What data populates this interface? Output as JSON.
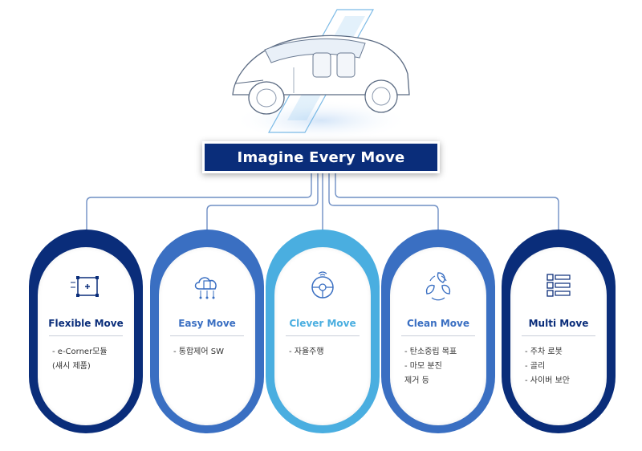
{
  "title": "Imagine Every Move",
  "colors": {
    "navy": "#0a2d7a",
    "mid_blue": "#3a6fc2",
    "light_blue": "#4aaee0",
    "connector": "#6f8fc4"
  },
  "hero": {
    "icon": "concept-car-illustration"
  },
  "categories": [
    {
      "title": "Flexible Move",
      "icon": "module-corner-icon",
      "accent": "#0a2d7a",
      "title_color": "#0a2d7a",
      "items": [
        "- e-Corner모듈",
        "  (섀시 제품)"
      ]
    },
    {
      "title": "Easy Move",
      "icon": "cloud-software-icon",
      "accent": "#3a6fc2",
      "title_color": "#3a6fc2",
      "items": [
        "- 통합제어 SW"
      ]
    },
    {
      "title": "Clever Move",
      "icon": "steering-wheel-icon",
      "accent": "#4aaee0",
      "title_color": "#4aaee0",
      "items": [
        "- 자율주행"
      ]
    },
    {
      "title": "Clean Move",
      "icon": "leaf-recycle-icon",
      "accent": "#3a6fc2",
      "title_color": "#3a6fc2",
      "items": [
        "- 탄소중립 목표",
        "- 마모 분진",
        "  제거 등"
      ]
    },
    {
      "title": "Multi Move",
      "icon": "checklist-icon",
      "accent": "#0a2d7a",
      "title_color": "#0a2d7a",
      "items": [
        "- 주차 로봇",
        "- 골리",
        "- 사이버 보안"
      ]
    }
  ]
}
